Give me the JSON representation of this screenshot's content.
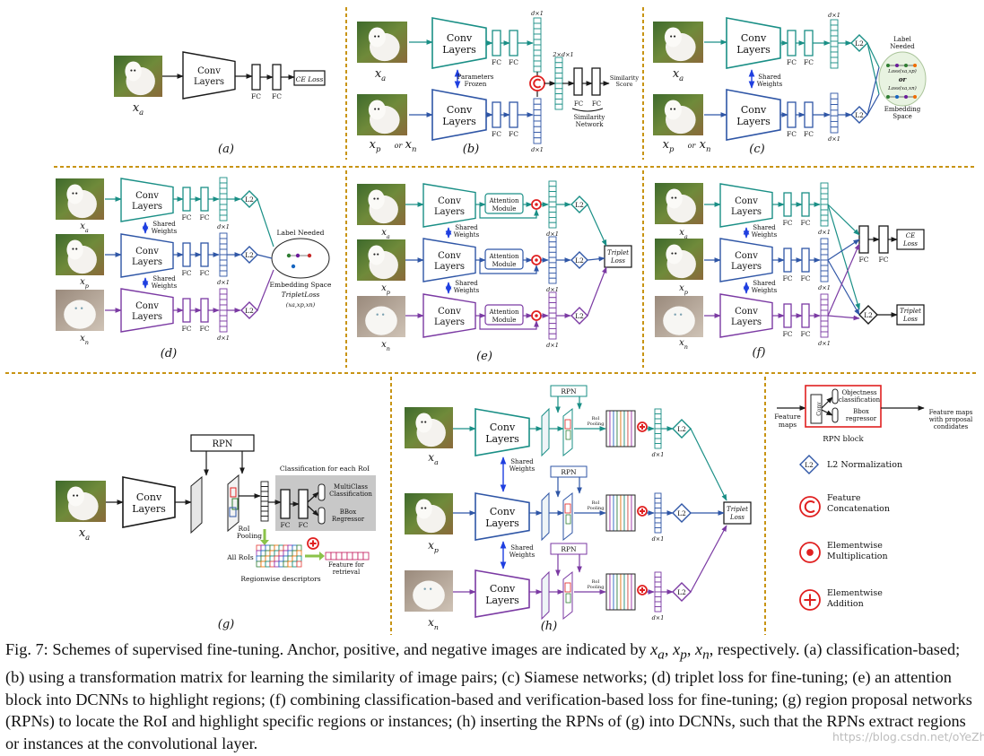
{
  "colors": {
    "teal": "#1a8f86",
    "blue": "#2f56a6",
    "purple": "#7b3aa3",
    "dash": "#c89414",
    "red": "#e02020",
    "dark": "#1a1a1a",
    "fc_fill": "#ffffff",
    "gray_box": "#c8c8c8"
  },
  "icons": [
    "dog-photo",
    "cat-photo",
    "concatenation-icon",
    "multiplication-icon",
    "addition-icon",
    "l2-diamond-icon"
  ],
  "labels": {
    "conv1": "Conv",
    "conv2": "Layers",
    "fc": "FC",
    "ce_loss": "CE Loss",
    "ce": "CE",
    "loss": "Loss",
    "triplet": "Triplet",
    "d1": "d×1",
    "d2": "2×d×1",
    "l2": "L2",
    "params1": "Parameters",
    "params2": "Frozen",
    "shared1": "Shared",
    "shared2": "Weights",
    "sim1": "Similarity",
    "sim2": "Score",
    "simnet1": "Similarity",
    "simnet2": "Network",
    "label_needed1": "Label",
    "label_needed2": "Needed",
    "label_needed": "Label Needed",
    "loss_ap": "Loss(xa,xp)",
    "loss_an": "Loss(xa,xn)",
    "or": "or",
    "emb1": "Embedding",
    "emb2": "Space",
    "emb_space": "Embedding Space",
    "triplet_loss": "TripletLoss",
    "triplet_args": "(xa,xp,xn)",
    "att1": "Attention",
    "att2": "Module",
    "rpn": "RPN",
    "roi1": "RoI",
    "roi2": "Pooling",
    "all_rois": "All RoIs",
    "cls_each": "Classification for each RoI",
    "mc1": "MultiClass",
    "mc2": "Classification",
    "bbox1": "BBox",
    "bbox2": "Regressor",
    "region_desc": "Regionwise descriptors",
    "feat1": "Feature for",
    "feat2": "retrieval",
    "x": "x",
    "a": "a",
    "p": "p",
    "n": "n",
    "or_small": "or"
  },
  "panels": {
    "a": "(a)",
    "b": "(b)",
    "c": "(c)",
    "d": "(d)",
    "e": "(e)",
    "f": "(f)",
    "g": "(g)",
    "h": "(h)"
  },
  "legend": {
    "feature_maps1": "Feature",
    "feature_maps2": "maps",
    "conv_sm": "Conv",
    "obj1": "Objectness",
    "obj2": "classification",
    "bbox1": "Bbox",
    "bbox2": "regressor",
    "fm_out1": "Feature maps",
    "fm_out2": "with proposal",
    "fm_out3": "condidates",
    "rpn_block": "RPN block",
    "l2_norm": "L2 Normalization",
    "concat1": "Feature",
    "concat2": "Concatenation",
    "mult1": "Elementwise",
    "mult2": "Multiplication",
    "add1": "Elementwise",
    "add2": "Addition"
  },
  "caption": {
    "p1": "Fig. 7: Schemes of supervised fine-tuning. Anchor, positive, and negative images are indicated by ",
    "xa": "x",
    "sa": "a",
    "c1": ", ",
    "xp": "x",
    "sp": "p",
    "c2": ", ",
    "xn": "x",
    "sn": "n",
    "p2": ", respectively. (a) classification-based; (b) using a transformation matrix for learning the similarity of image pairs; (c) Siamese networks; (d) triplet loss for fine-tuning; (e) an attention block into DCNNs to highlight regions; (f) combining classification-based and verification-based loss for fine-tuning; (g) region proposal networks (RPNs) to locate the RoI and highlight specific regions or instances; (h) inserting the RPNs of (g) into DCNNs, such that the RPNs extract regions or instances at the convolutional layer."
  },
  "watermark": "https://blog.csdn.net/oYeZhou"
}
